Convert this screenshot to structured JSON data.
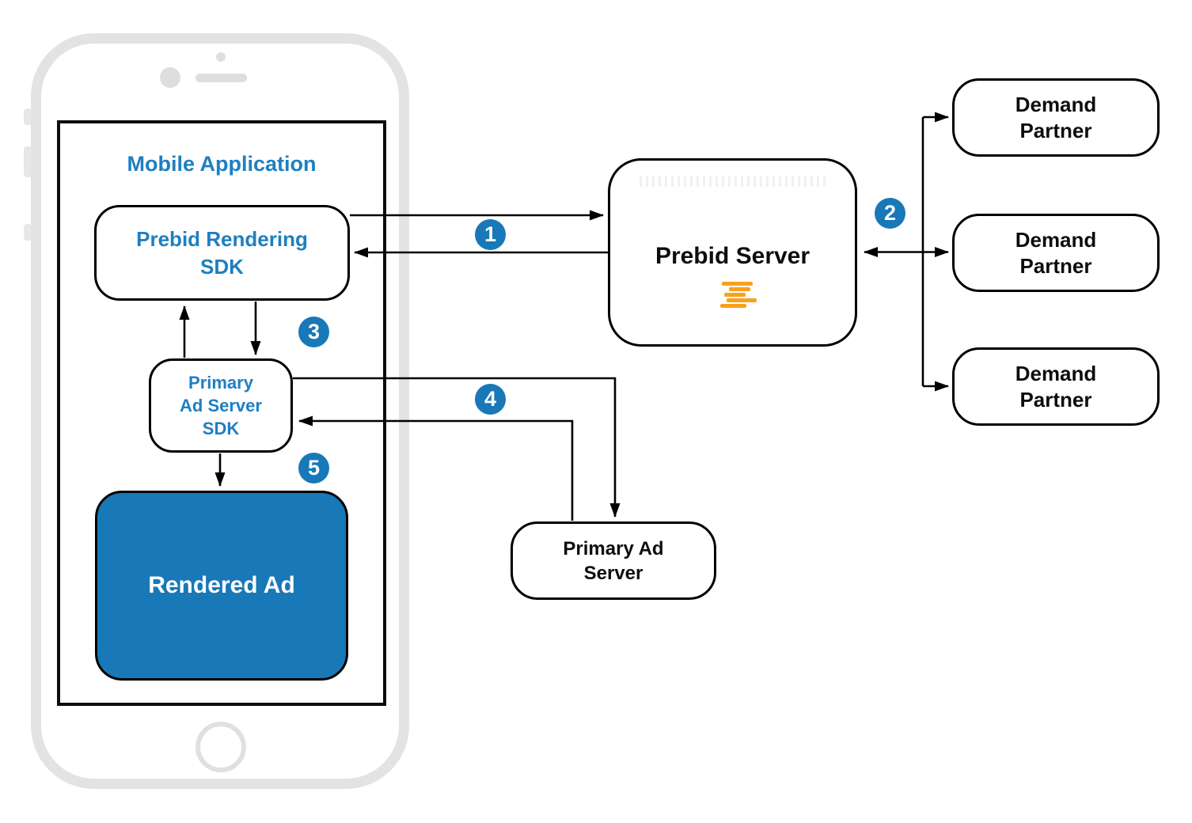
{
  "diagram": {
    "mobile_app": {
      "title": "Mobile Application"
    },
    "boxes": {
      "prebid_rendering_sdk": "Prebid Rendering\nSDK",
      "primary_ad_server_sdk": "Primary\nAd Server\nSDK",
      "rendered_ad": "Rendered Ad",
      "prebid_server": "Prebid Server",
      "primary_ad_server": "Primary Ad\nServer"
    },
    "demand_partners": [
      {
        "label": "Demand\nPartner"
      },
      {
        "label": "Demand\nPartner"
      },
      {
        "label": "Demand\nPartner"
      }
    ],
    "steps": [
      {
        "n": "1"
      },
      {
        "n": "2"
      },
      {
        "n": "3"
      },
      {
        "n": "4"
      },
      {
        "n": "5"
      }
    ],
    "colors": {
      "accent_blue": "#1e7fc1",
      "fill_blue": "#1878b8",
      "logo_orange": "#f9a11b"
    }
  }
}
